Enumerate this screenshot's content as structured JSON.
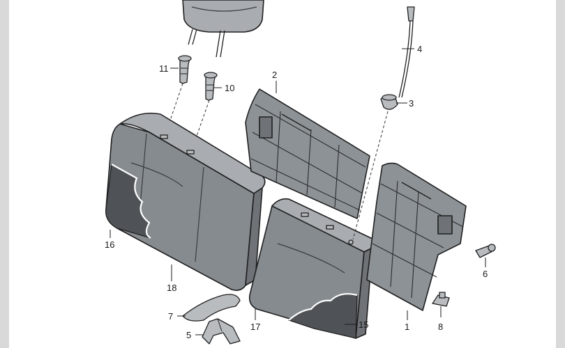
{
  "callouts": {
    "c1": "1",
    "c2": "2",
    "c3": "3",
    "c4": "4",
    "c5": "5",
    "c6": "6",
    "c7": "7",
    "c8": "8",
    "c10": "10",
    "c11": "11",
    "c15": "15",
    "c16": "16",
    "c17": "17",
    "c18": "18"
  },
  "colors": {
    "upholstery": "#868b90",
    "foam": "#4f5357",
    "background": "#ffffff",
    "side_band": "#d9d9d9"
  }
}
